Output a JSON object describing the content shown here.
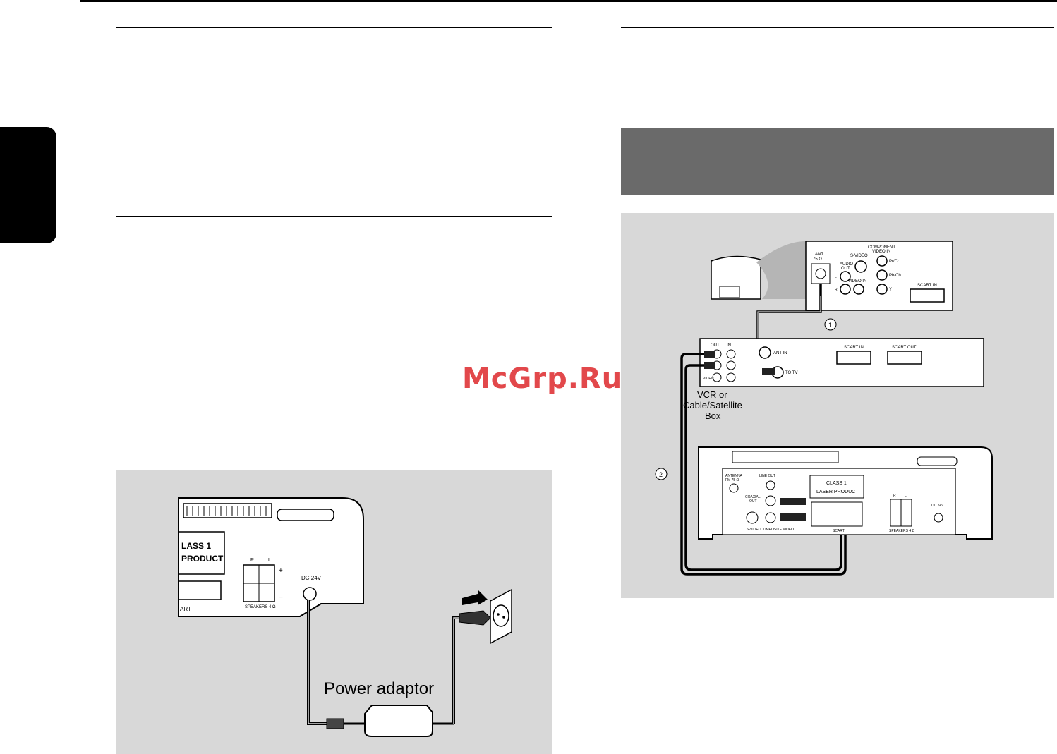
{
  "watermark": "McGrp.Ru",
  "power_panel": {
    "caption": "Power adaptor",
    "unit_label_top": "LASS 1",
    "unit_label_bottom": "PRODUCT",
    "speakers_label": "SPEAKERS 4 Ω",
    "speaker_r": "R",
    "speaker_l": "L",
    "dc_label": "DC 24V",
    "scart_fragment": "ART",
    "plus": "+",
    "minus": "−"
  },
  "av_panel": {
    "tv_panel": {
      "ant_label": "ANT",
      "ant_ohm": "75 Ω",
      "audio_out": "AUDIO",
      "audio_out2": "OUT",
      "svideo": "S-VIDEO",
      "video_in": "VIDEO IN",
      "component": "COMPONENT",
      "component2": "VIDEO IN",
      "pr": "Pr/Cr",
      "pb": "Pb/Cb",
      "y": "Y",
      "scart_in": "SCART IN",
      "l": "L",
      "r": "R"
    },
    "step1": "1",
    "step2": "2",
    "vcr_panel": {
      "out": "OUT",
      "in": "IN",
      "video": "VIDEO",
      "ant_in": "ANT IN",
      "to_tv": "TO TV",
      "scart_in": "SCART IN",
      "scart_out": "SCART OUT"
    },
    "vcr_caption_1": "VCR or",
    "vcr_caption_2": "Cable/Satellite",
    "vcr_caption_3": "Box",
    "unit": {
      "antenna": "ANTENNA",
      "fm": "FM 75 Ω",
      "coaxial": "COAXIAL",
      "coaxial_out": "OUT",
      "line_out": "LINE   OUT",
      "svideo": "S-VIDEO",
      "composite": "COMPOSITE   VIDEO",
      "scart": "SCART",
      "class1": "CLASS 1",
      "laser": "LASER PRODUCT",
      "speakers": "SPEAKERS  4 Ω",
      "dc": "DC  24V",
      "r": "R",
      "l": "L"
    }
  }
}
